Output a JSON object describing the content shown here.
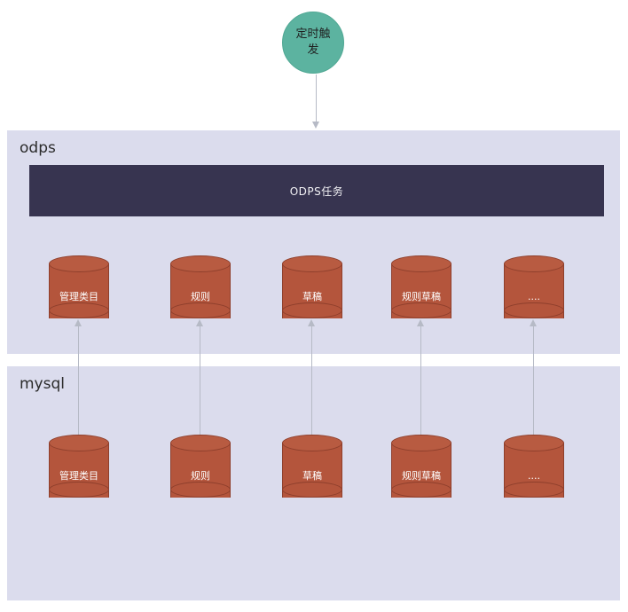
{
  "diagram": {
    "trigger": {
      "label": "定时触发",
      "color": "#5cb3a0"
    },
    "groups": [
      {
        "id": "odps",
        "label": "odps",
        "panel_color": "#dbdced",
        "task_bar": {
          "label": "ODPS任务",
          "color": "#373450",
          "text_color": "#f2f2f5"
        },
        "tables": [
          {
            "label": "管理类目"
          },
          {
            "label": "规则"
          },
          {
            "label": "草稿"
          },
          {
            "label": "规则草稿"
          },
          {
            "label": "...."
          }
        ]
      },
      {
        "id": "mysql",
        "label": "mysql",
        "panel_color": "#dbdced",
        "tables": [
          {
            "label": "管理类目"
          },
          {
            "label": "规则"
          },
          {
            "label": "草稿"
          },
          {
            "label": "规则草稿"
          },
          {
            "label": "...."
          }
        ]
      }
    ],
    "connectors": {
      "trigger_to_odps": {
        "direction": "down",
        "color": "#b6bac6"
      },
      "mysql_to_odps": {
        "direction": "up",
        "color": "#b6bac6",
        "count": 5
      }
    },
    "cylinder_color": "#b4553c",
    "cylinder_text_color": "#ffffff"
  }
}
